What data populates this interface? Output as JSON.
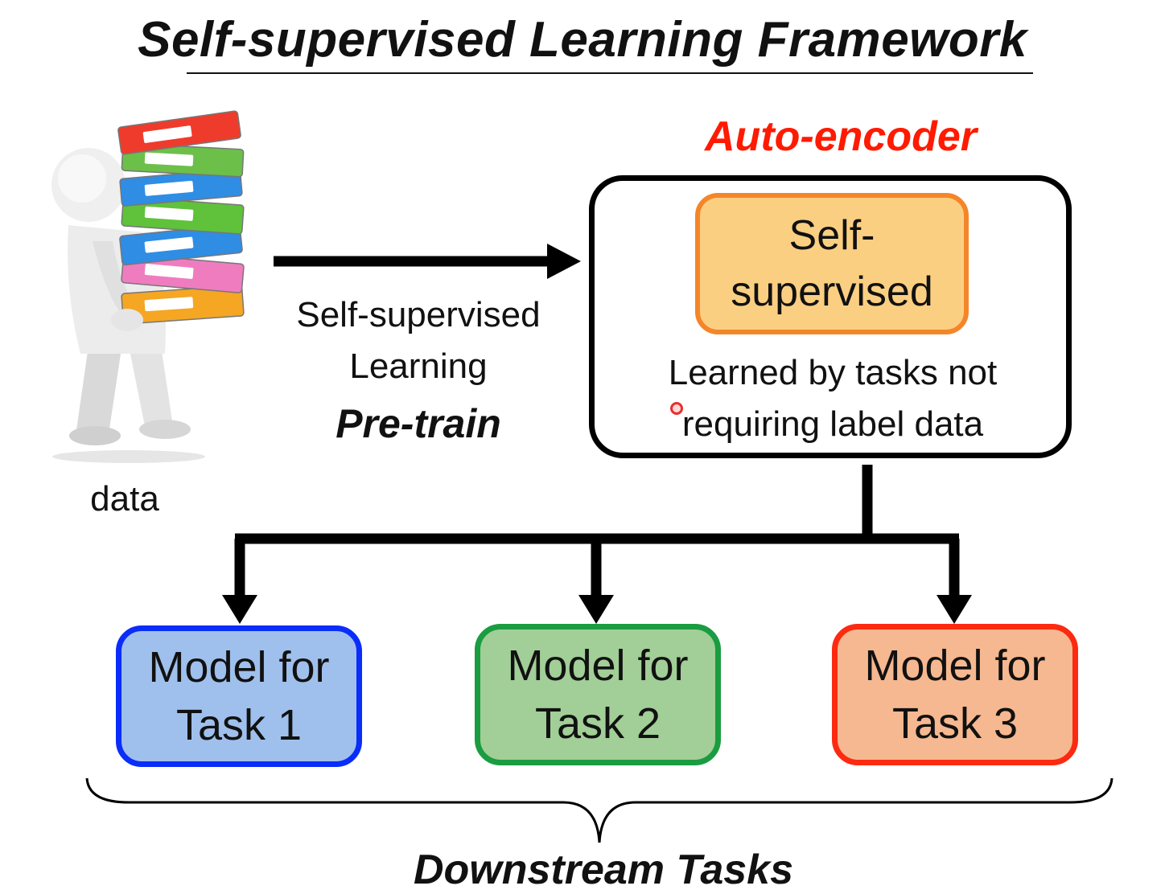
{
  "title": "Self-supervised Learning Framework",
  "data_label": "data",
  "arrow_label": {
    "line1": "Self-supervised",
    "line2": "Learning",
    "stage": "Pre-train"
  },
  "auto_encoder": {
    "label": "Auto-encoder",
    "inner_box": {
      "line1": "Self-",
      "line2": "supervised"
    },
    "caption": {
      "line1": "Learned by tasks not",
      "line2": "requiring label data"
    }
  },
  "tasks": [
    {
      "line1": "Model for",
      "line2": "Task 1",
      "border": "#0a2dfa",
      "fill": "#9fc0ec"
    },
    {
      "line1": "Model for",
      "line2": "Task 2",
      "border": "#1a9c40",
      "fill": "#a2ce97"
    },
    {
      "line1": "Model for",
      "line2": "Task 3",
      "border": "#fc2a10",
      "fill": "#f6b890"
    }
  ],
  "downstream_label": "Downstream Tasks",
  "colors": {
    "accent_red": "#ff1a00",
    "inner_border": "#f4862a",
    "inner_fill": "#fbcf82"
  },
  "icons": {
    "figure": "person-carrying-binders-icon"
  }
}
